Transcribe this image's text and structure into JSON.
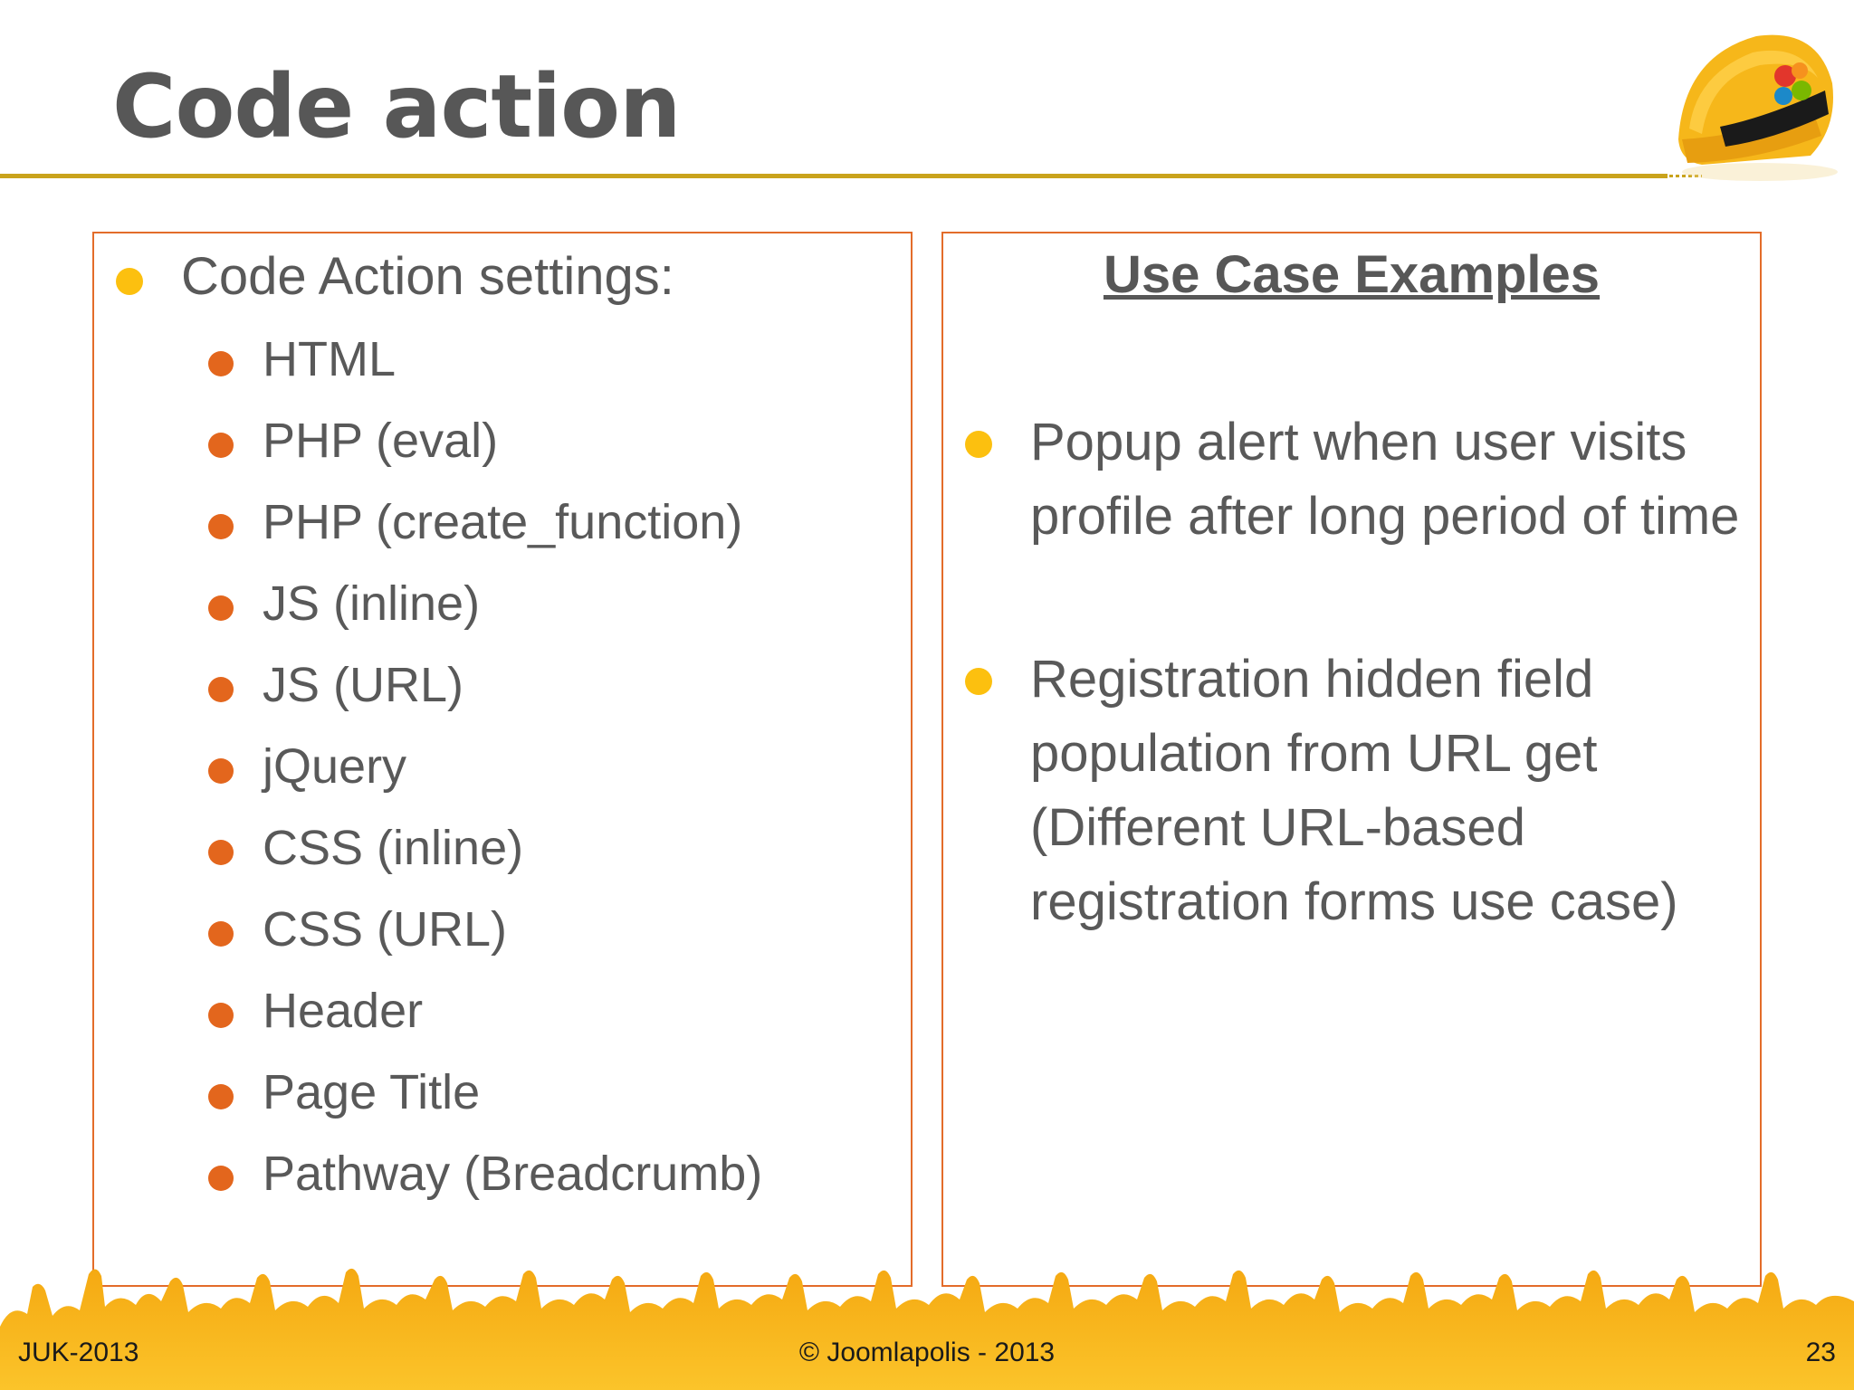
{
  "slide": {
    "title": "Code action",
    "left_list": {
      "heading": "Code Action settings:",
      "items": [
        "HTML",
        "PHP (eval)",
        "PHP (create_function)",
        "JS (inline)",
        "JS (URL)",
        "jQuery",
        "CSS (inline)",
        "CSS (URL)",
        "Header",
        "Page Title",
        "Pathway (Breadcrumb)"
      ]
    },
    "right_box": {
      "heading": "Use Case Examples",
      "cases": [
        "Popup alert when user visits profile after long period of time",
        "Registration hidden field population from URL get (Different URL-based registration forms use case)"
      ]
    }
  },
  "footer": {
    "left": "JUK-2013",
    "center": "© Joomlapolis - 2013",
    "page_number": "23"
  },
  "colors": {
    "accent_yellow": "#fcc00f",
    "accent_orange": "#e3661d",
    "rule_gold": "#c9a31c"
  },
  "icons": [
    "construction-helmet-logo",
    "crowd-silhouette"
  ]
}
